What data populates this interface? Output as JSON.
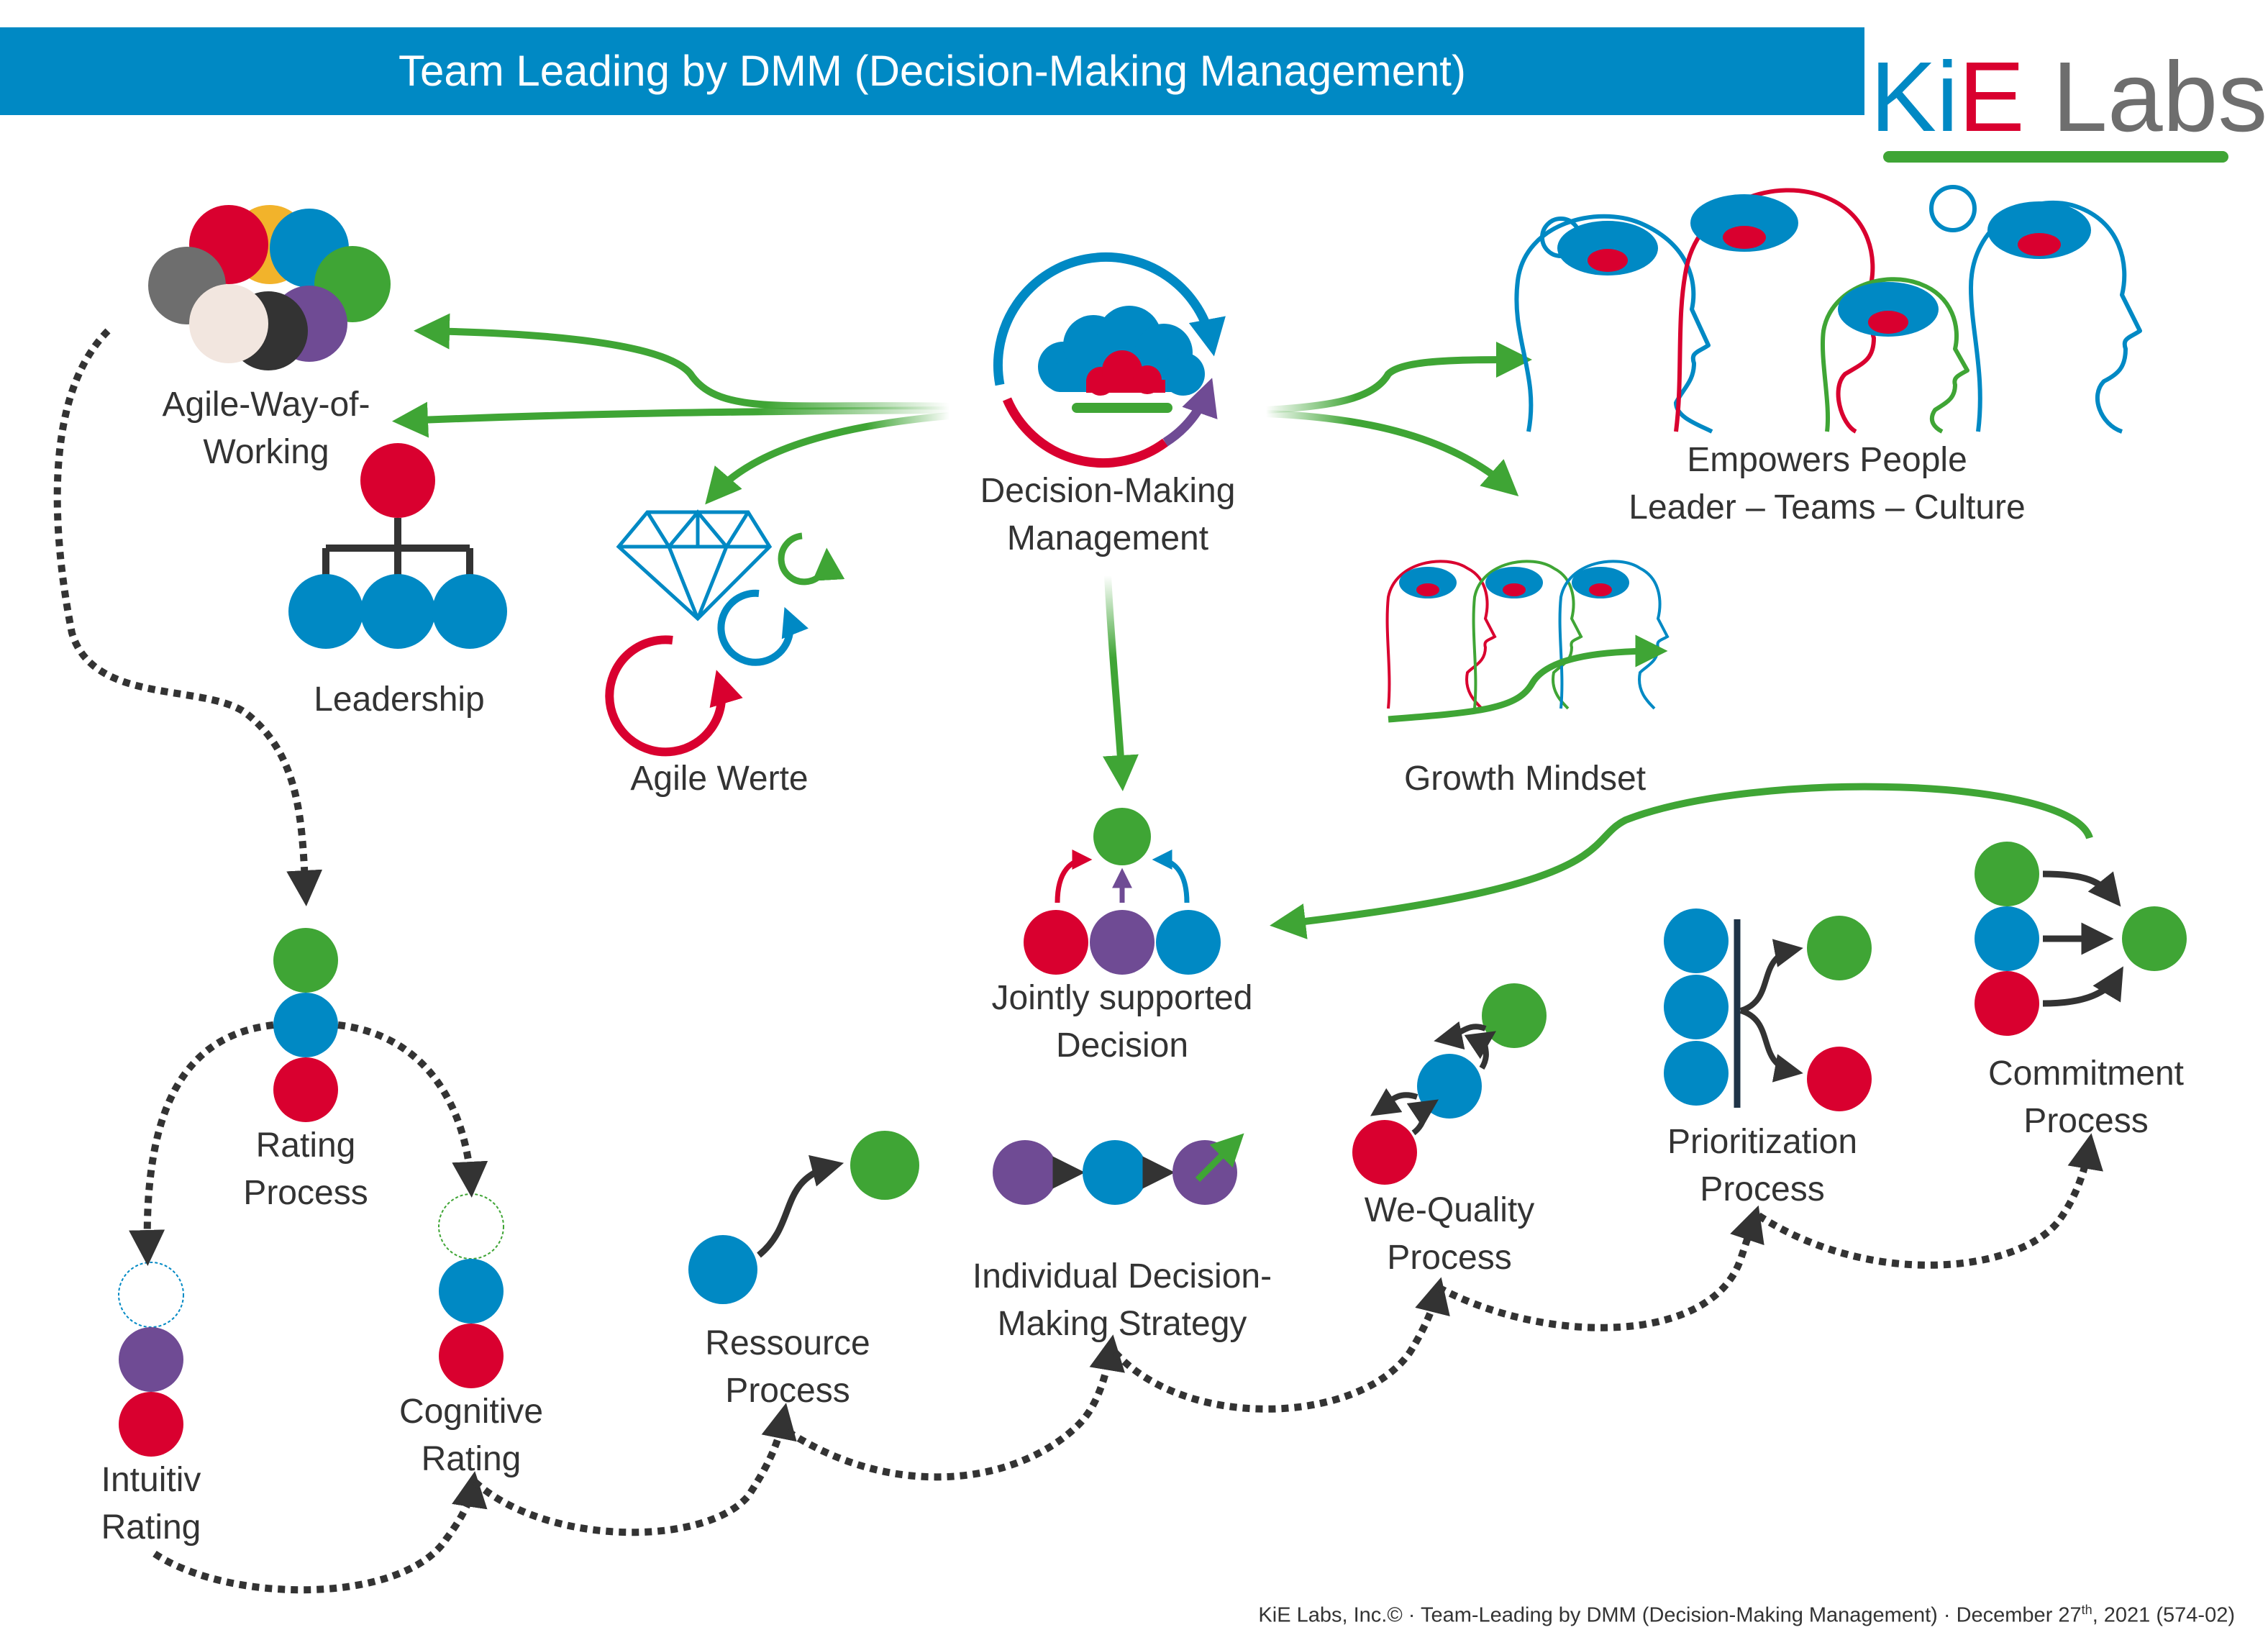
{
  "header": {
    "title": "Team Leading by DMM (Decision-Making Management)"
  },
  "logo": {
    "part1": "Ki",
    "part2": "E",
    "part3": " Labs"
  },
  "colors": {
    "blue": "#0089c4",
    "red": "#d9002f",
    "green": "#3fa535",
    "purple": "#6f4b94",
    "yellow": "#f2b32b",
    "gray": "#6e6e6e",
    "dark": "#333333",
    "beige": "#f2e6df"
  },
  "labels": {
    "agile_way_1": "Agile-Way-of-",
    "agile_way_2": "Working",
    "leadership": "Leadership",
    "agile_werte": "Agile Werte",
    "dmm_1": "Decision-Making",
    "dmm_2": "Management",
    "empowers_1": "Empowers People",
    "empowers_2": "Leader – Teams – Culture",
    "growth": "Growth Mindset",
    "jointly_1": "Jointly supported",
    "jointly_2": "Decision",
    "rating_1": "Rating",
    "rating_2": "Process",
    "intuitiv_1": "Intuitiv",
    "intuitiv_2": "Rating",
    "cognitive_1": "Cognitive",
    "cognitive_2": "Rating",
    "ressource_1": "Ressource",
    "ressource_2": "Process",
    "individual_1": "Individual Decision-",
    "individual_2": "Making Strategy",
    "wequality_1": "We-Quality",
    "wequality_2": "Process",
    "prioritization_1": "Prioritization",
    "prioritization_2": "Process",
    "commitment_1": "Commitment",
    "commitment_2": "Process"
  },
  "footer": {
    "before": "KiE Labs, Inc.© · Team-Leading by DMM (Decision-Making Management) · December 27",
    "sup": "th",
    "after": ", 2021 (574-02)"
  }
}
